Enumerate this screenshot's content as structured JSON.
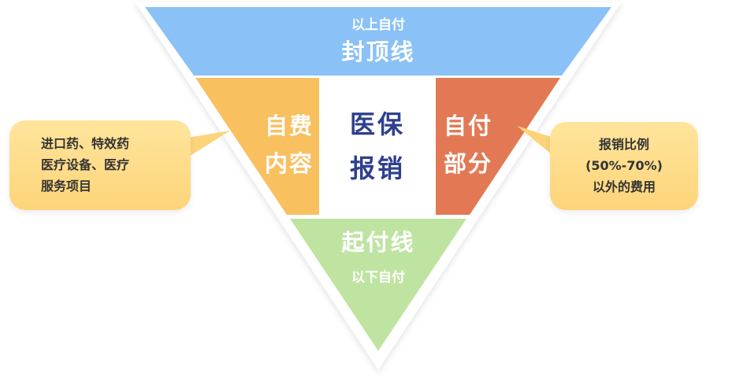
{
  "diagram": {
    "top_section": {
      "subtitle": "以上自付",
      "title": "封顶线"
    },
    "left_section": {
      "line1": "自费",
      "line2": "内容"
    },
    "center_section": {
      "line1": "医保",
      "line2": "报销"
    },
    "right_section": {
      "line1": "自付",
      "line2": "部分"
    },
    "bottom_section": {
      "title": "起付线",
      "subtitle": "以下自付"
    },
    "left_callout": {
      "lines": [
        "进口药、特效药",
        "医疗设备、医疗",
        "服务项目"
      ]
    },
    "right_callout": {
      "lines": [
        "报销比例",
        "(50%-70%)",
        "以外的费用"
      ]
    }
  },
  "colors": {
    "top": "#8ac1f6",
    "left": "#f9c060",
    "center": "#ffffff",
    "right": "#e37954",
    "bottom": "#bfe4a2",
    "callout": "#fdd47a",
    "center_text": "#2e3f8f"
  }
}
